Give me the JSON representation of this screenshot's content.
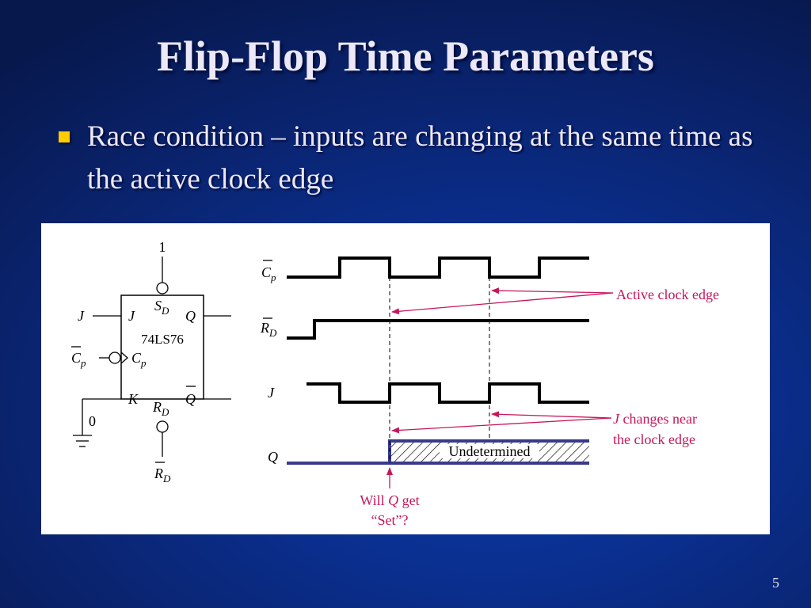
{
  "slide": {
    "title": "Flip-Flop Time Parameters",
    "bullet": "Race condition – inputs are changing at the same time as the active clock edge",
    "page_number": "5"
  },
  "figure": {
    "chip_label": "74LS76",
    "set_input_value": "1",
    "k_input_value": "0",
    "pins": {
      "sd": "S",
      "sd_sub": "D",
      "j": "J",
      "q": "Q",
      "qbar": "Q",
      "cp": "C",
      "cp_sub": "p",
      "k": "K",
      "rd": "R",
      "rd_sub": "D"
    },
    "external_labels": {
      "j": "J",
      "cp": "C",
      "cp_sub": "p",
      "rd": "R",
      "rd_sub": "D"
    },
    "signals": {
      "cp": "C",
      "cp_sub": "p",
      "rd": "R",
      "rd_sub": "D",
      "j": "J",
      "q": "Q"
    },
    "undetermined_label": "Undetermined",
    "annotations": {
      "active_clock_edge": "Active clock edge",
      "j_changes_part1": "J",
      "j_changes_part2": " changes near",
      "j_changes_line2": "the clock edge",
      "will_q_part1": "Will ",
      "will_q_part2": "Q",
      "will_q_part3": " get",
      "will_q_line2": "“Set”?"
    },
    "colors": {
      "annotation": "#c8165a",
      "q_trace": "#3a3a8c",
      "waveform": "#000000"
    }
  }
}
